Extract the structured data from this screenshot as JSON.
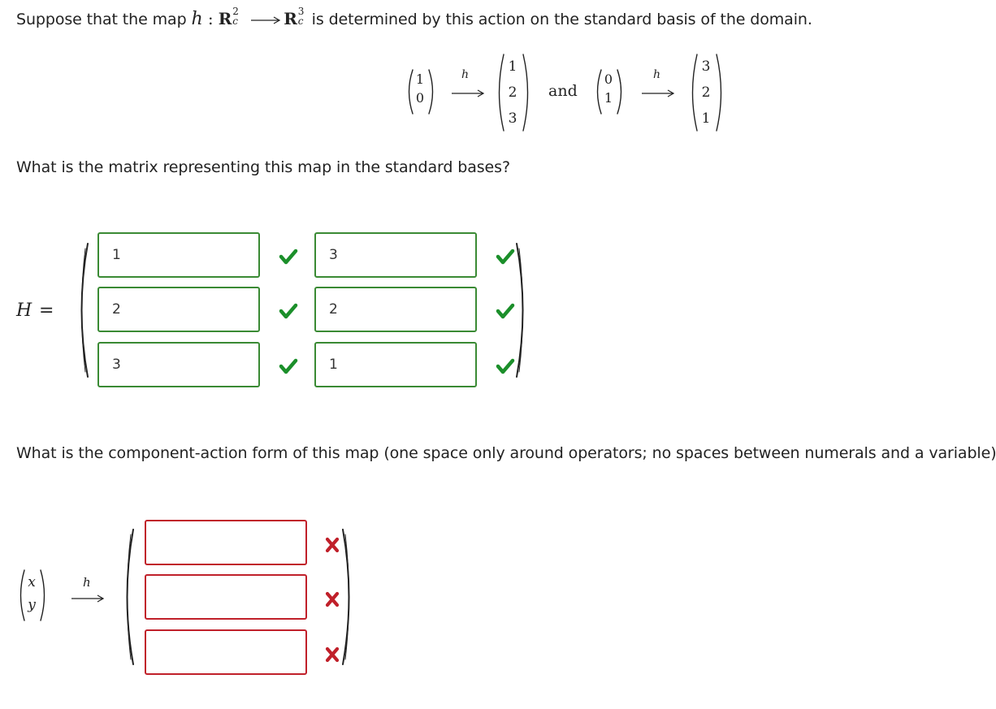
{
  "question": {
    "intro_before": "Suppose that the map ",
    "map_name": "h",
    "colon": " : ",
    "domain_space": "R",
    "domain_exp": "2",
    "domain_sub": "c",
    "codomain_space": "R",
    "codomain_exp": "3",
    "codomain_sub": "c",
    "intro_after": " is determined by this action on the standard basis of the domain.",
    "action": {
      "e1": [
        "1",
        "0"
      ],
      "e2": [
        "0",
        "1"
      ],
      "h_e1": [
        "1",
        "2",
        "3"
      ],
      "h_e2": [
        "3",
        "2",
        "1"
      ],
      "arrow_label": "h",
      "conjunction": "and"
    },
    "part1_prompt": "What is the matrix representing this map in the standard bases?",
    "part2_prompt": "What is the component-action form of this map (one space only around operators; no spaces between numerals and a variable)?"
  },
  "matrix": {
    "label": "H",
    "equals": "=",
    "rows": [
      [
        {
          "value": "1",
          "status": "correct"
        },
        {
          "value": "3",
          "status": "correct"
        }
      ],
      [
        {
          "value": "2",
          "status": "correct"
        },
        {
          "value": "2",
          "status": "correct"
        }
      ],
      [
        {
          "value": "3",
          "status": "correct"
        },
        {
          "value": "1",
          "status": "correct"
        }
      ]
    ]
  },
  "component_form": {
    "input_vector": [
      "x",
      "y"
    ],
    "arrow_label": "h",
    "rows": [
      {
        "value": "",
        "status": "incorrect"
      },
      {
        "value": "",
        "status": "incorrect"
      },
      {
        "value": "",
        "status": "incorrect"
      }
    ]
  },
  "colors": {
    "correct": "#1b8f2a",
    "correct_border": "#3a8a34",
    "incorrect": "#c0202a"
  },
  "icons": {
    "correct": "check-icon",
    "incorrect": "cross-icon"
  }
}
